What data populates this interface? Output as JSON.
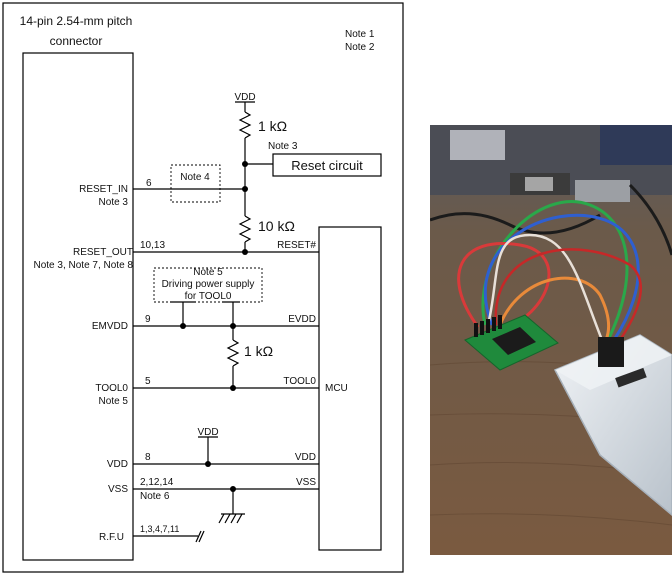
{
  "schematic": {
    "connector_title_line1": "14-pin 2.54-mm pitch",
    "connector_title_line2": "connector",
    "note1": "Note 1",
    "note2": "Note 2",
    "vdd_top": "VDD",
    "r1_value": "1 kΩ",
    "note3_top": "Note 3",
    "reset_circuit": "Reset circuit",
    "note4": "Note 4",
    "reset_in_label": "RESET_IN",
    "reset_in_note": "Note 3",
    "reset_in_pin": "6",
    "r2_value": "10 kΩ",
    "reset_out_label": "RESET_OUT",
    "reset_out_note": "Note 3, Note 7, Note 8",
    "reset_out_pins": "10,13",
    "reset_hash": "RESET#",
    "note5_title": "Note 5",
    "note5_line1": "Driving power supply",
    "note5_line2": "for TOOL0",
    "emvdd_label": "EMVDD",
    "emvdd_pin": "9",
    "evdd_label": "EVDD",
    "r3_value": "1 kΩ",
    "tool0_label": "TOOL0",
    "tool0_note": "Note 5",
    "tool0_pin": "5",
    "tool0_mcu": "TOOL0",
    "mcu_label": "MCU",
    "vdd_mid": "VDD",
    "vdd_left": "VDD",
    "vdd_pin": "8",
    "vdd_mcu": "VDD",
    "vss_left": "VSS",
    "vss_pins": "2,12,14",
    "vss_note": "Note 6",
    "vss_mcu": "VSS",
    "rfu_label": "R.F.U",
    "rfu_pins": "1,3,4,7,11"
  },
  "photo": {
    "colors": {
      "table": "#6e4f38",
      "pcb": "#1f8a3c",
      "chip": "#1b1b1b",
      "case": "#dfe5ea",
      "wire_green": "#2aa84a",
      "wire_blue": "#2f5fd0",
      "wire_red": "#d83a3a",
      "wire_orange": "#e88a3a",
      "wire_white": "#e8e0d8"
    }
  }
}
